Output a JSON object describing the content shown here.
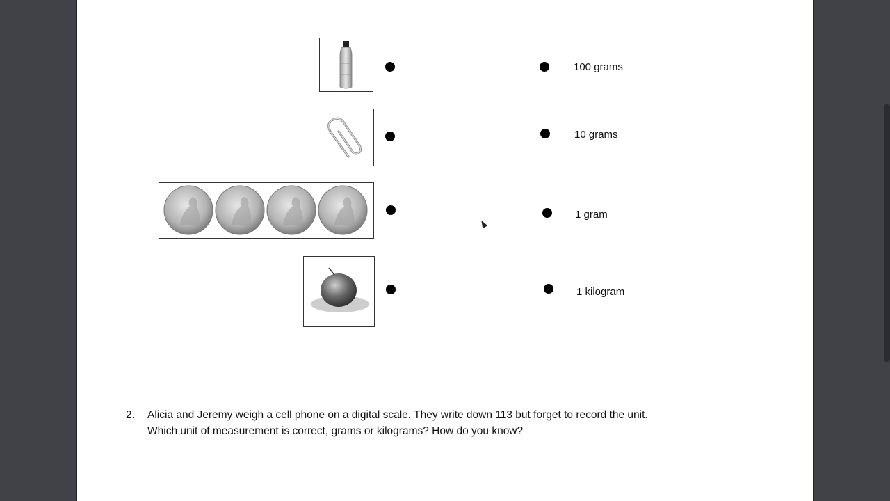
{
  "matching": {
    "items": [
      {
        "icon": "water-bottle-icon"
      },
      {
        "icon": "paper-clip-icon"
      },
      {
        "icon": "pennies-icon"
      },
      {
        "icon": "apple-icon"
      }
    ],
    "units": [
      "100 grams",
      "10 grams",
      "1 gram",
      "1 kilogram"
    ]
  },
  "question": {
    "number": "2.",
    "line1": "Alicia and Jeremy weigh a cell phone on a digital scale.  They write down 113 but forget to record the unit.",
    "line2": "Which unit of measurement is correct, grams or kilograms?  How do you know?"
  }
}
